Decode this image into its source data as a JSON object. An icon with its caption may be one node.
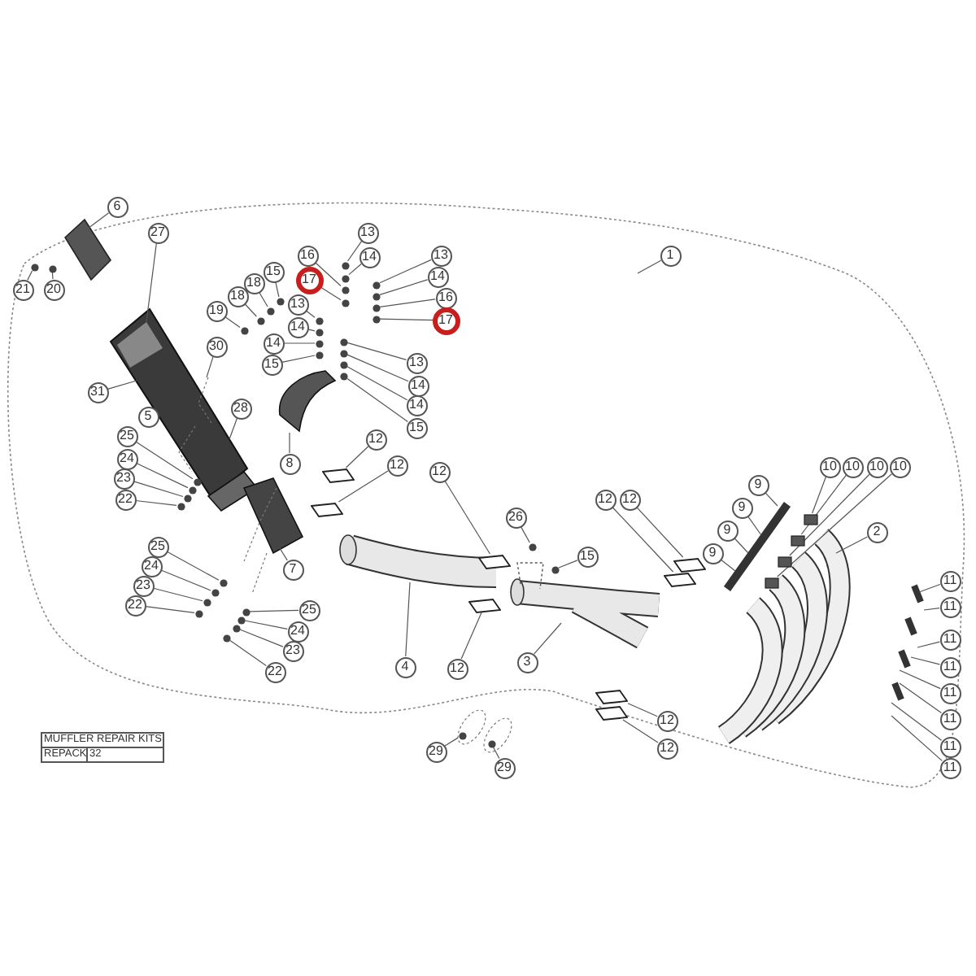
{
  "diagram": {
    "nodes": [
      {
        "text": [
          "1"
        ]
      },
      {
        "text": [
          "6"
        ]
      },
      {
        "text": [
          "27"
        ]
      },
      {
        "text": [
          "21"
        ]
      },
      {
        "text": [
          "20"
        ]
      },
      {
        "text": [
          "19"
        ]
      },
      {
        "text": [
          "18"
        ]
      },
      {
        "text": [
          "18"
        ]
      },
      {
        "text": [
          "15"
        ]
      },
      {
        "text": [
          "16"
        ]
      },
      {
        "text": [
          "17"
        ]
      },
      {
        "text": [
          "13"
        ]
      },
      {
        "text": [
          "14"
        ]
      },
      {
        "text": [
          "13"
        ]
      },
      {
        "text": [
          "14"
        ]
      },
      {
        "text": [
          "16"
        ]
      },
      {
        "text": [
          "17"
        ]
      },
      {
        "text": [
          "13"
        ]
      },
      {
        "text": [
          "14"
        ]
      },
      {
        "text": [
          "14"
        ]
      },
      {
        "text": [
          "15"
        ]
      },
      {
        "text": [
          "13"
        ]
      },
      {
        "text": [
          "14"
        ]
      },
      {
        "text": [
          "14"
        ]
      },
      {
        "text": [
          "15"
        ]
      },
      {
        "text": [
          "30"
        ]
      },
      {
        "text": [
          "31"
        ]
      },
      {
        "text": [
          "5"
        ]
      },
      {
        "text": [
          "28"
        ]
      },
      {
        "text": [
          "8"
        ]
      },
      {
        "text": [
          "12"
        ]
      },
      {
        "text": [
          "12"
        ]
      },
      {
        "text": [
          "12"
        ]
      },
      {
        "text": [
          "12"
        ]
      },
      {
        "text": [
          "12"
        ]
      },
      {
        "text": [
          "26"
        ]
      },
      {
        "text": [
          "15"
        ]
      },
      {
        "text": [
          "4"
        ]
      },
      {
        "text": [
          "3"
        ]
      },
      {
        "text": [
          "12"
        ]
      },
      {
        "text": [
          "12"
        ]
      },
      {
        "text": [
          "12"
        ]
      },
      {
        "text": [
          "29"
        ]
      },
      {
        "text": [
          "29"
        ]
      },
      {
        "text": [
          "25"
        ]
      },
      {
        "text": [
          "24"
        ]
      },
      {
        "text": [
          "23"
        ]
      },
      {
        "text": [
          "22"
        ]
      },
      {
        "text": [
          "7"
        ]
      },
      {
        "text": [
          "25"
        ]
      },
      {
        "text": [
          "24"
        ]
      },
      {
        "text": [
          "23"
        ]
      },
      {
        "text": [
          "22"
        ]
      },
      {
        "text": [
          "25"
        ]
      },
      {
        "text": [
          "24"
        ]
      },
      {
        "text": [
          "23"
        ]
      },
      {
        "text": [
          "22"
        ]
      },
      {
        "text": [
          "9"
        ]
      },
      {
        "text": [
          "9"
        ]
      },
      {
        "text": [
          "9"
        ]
      },
      {
        "text": [
          "9"
        ]
      },
      {
        "text": [
          "10"
        ]
      },
      {
        "text": [
          "10"
        ]
      },
      {
        "text": [
          "10"
        ]
      },
      {
        "text": [
          "10"
        ]
      },
      {
        "text": [
          "2"
        ]
      },
      {
        "text": [
          "11"
        ]
      },
      {
        "text": [
          "11"
        ]
      },
      {
        "text": [
          "11"
        ]
      },
      {
        "text": [
          "11"
        ]
      },
      {
        "text": [
          "11"
        ]
      },
      {
        "text": [
          "11"
        ]
      },
      {
        "text": [
          "11"
        ]
      },
      {
        "text": [
          "11"
        ]
      },
      {
        "text": [],
        "shape": "circle"
      },
      {
        "text": [],
        "shape": "circle"
      },
      {
        "text": [],
        "shape": "circle"
      },
      {
        "text": [],
        "shape": "circle"
      },
      {
        "text": [],
        "shape": "circle"
      },
      {
        "text": [],
        "shape": "circle"
      },
      {
        "text": [],
        "shape": "circle"
      },
      {
        "text": [],
        "shape": "circle"
      },
      {
        "text": [],
        "shape": "circle"
      },
      {
        "text": [],
        "shape": "circle"
      },
      {
        "text": [],
        "shape": "circle"
      },
      {
        "text": [],
        "shape": "circle"
      },
      {
        "text": [],
        "shape": "circle"
      },
      {
        "text": [],
        "shape": "circle"
      },
      {
        "text": [],
        "shape": "circle"
      },
      {
        "text": [],
        "shape": "circle"
      },
      {
        "text": [],
        "shape": "circle"
      },
      {
        "text": [],
        "shape": "circle"
      },
      {
        "text": [],
        "shape": "circle"
      },
      {
        "text": [],
        "shape": "circle"
      },
      {
        "text": [],
        "shape": "circle"
      },
      {
        "text": [],
        "shape": "circle"
      },
      {
        "text": [],
        "shape": "diamond"
      },
      {
        "text": [],
        "shape": "diamond"
      },
      {
        "text": [],
        "shape": "diamond"
      },
      {
        "text": [],
        "shape": "diamond"
      },
      {
        "text": [],
        "shape": "diamond"
      },
      {
        "text": [],
        "shape": "circle"
      },
      {
        "text": [],
        "shape": "circle"
      },
      {
        "text": [],
        "shape": "diamond"
      },
      {
        "text": [],
        "shape": "diamond"
      },
      {
        "text": [],
        "shape": "diamond"
      },
      {
        "text": [],
        "shape": "circle"
      },
      {
        "text": [],
        "shape": "circle"
      },
      {
        "text": [],
        "shape": "circle"
      },
      {
        "text": [],
        "shape": "circle"
      },
      {
        "text": [],
        "shape": "circle"
      },
      {
        "text": [],
        "shape": "circle"
      },
      {
        "text": [],
        "shape": "circle"
      },
      {
        "text": [],
        "shape": "circle"
      },
      {
        "text": [],
        "shape": "circle"
      },
      {
        "text": [],
        "shape": "circle"
      },
      {
        "text": [],
        "shape": "circle"
      },
      {
        "text": [],
        "shape": "circle"
      },
      {
        "text": [],
        "shape": "circle"
      },
      {
        "text": [],
        "shape": "circle"
      },
      {
        "text": [],
        "shape": "box"
      },
      {
        "text": [],
        "shape": "box"
      },
      {
        "text": [],
        "shape": "box"
      },
      {
        "text": [],
        "shape": "box"
      }
    ],
    "edges": [
      {
        "from": 0,
        "to": null,
        "arrow": "none"
      },
      {
        "from": 1,
        "to": null,
        "arrow": "none"
      },
      {
        "from": 2,
        "to": null,
        "arrow": "none"
      },
      {
        "from": 3,
        "to": 74,
        "arrow": "none"
      },
      {
        "from": 4,
        "to": 75,
        "arrow": "none"
      },
      {
        "from": 5,
        "to": 76,
        "arrow": "none"
      },
      {
        "from": 6,
        "to": 77,
        "arrow": "none"
      },
      {
        "from": 7,
        "to": 78,
        "arrow": "none"
      },
      {
        "from": 8,
        "to": 79,
        "arrow": "none"
      },
      {
        "from": 9,
        "to": 80,
        "arrow": "none"
      },
      {
        "from": 10,
        "to": 81,
        "arrow": "none"
      },
      {
        "from": 11,
        "to": 82,
        "arrow": "none"
      },
      {
        "from": 12,
        "to": 83,
        "arrow": "none"
      },
      {
        "from": 13,
        "to": 84,
        "arrow": "none"
      },
      {
        "from": 14,
        "to": 85,
        "arrow": "none"
      },
      {
        "from": 15,
        "to": 86,
        "arrow": "none"
      },
      {
        "from": 16,
        "to": 87,
        "arrow": "none"
      },
      {
        "from": 17,
        "to": 88,
        "arrow": "none"
      },
      {
        "from": 18,
        "to": 89,
        "arrow": "none"
      },
      {
        "from": 19,
        "to": 90,
        "arrow": "none"
      },
      {
        "from": 20,
        "to": 91,
        "arrow": "none"
      },
      {
        "from": 21,
        "to": 92,
        "arrow": "none"
      },
      {
        "from": 22,
        "to": 93,
        "arrow": "none"
      },
      {
        "from": 23,
        "to": 94,
        "arrow": "none"
      },
      {
        "from": 24,
        "to": 95,
        "arrow": "none"
      },
      {
        "from": 25,
        "to": null,
        "arrow": "none"
      },
      {
        "from": 26,
        "to": null,
        "arrow": "none"
      },
      {
        "from": 28,
        "to": null,
        "arrow": "none"
      },
      {
        "from": 29,
        "to": null,
        "arrow": "none"
      },
      {
        "from": 30,
        "to": 96,
        "arrow": "none"
      },
      {
        "from": 31,
        "to": 97,
        "arrow": "none"
      },
      {
        "from": 32,
        "to": 98,
        "arrow": "none"
      },
      {
        "from": 33,
        "to": 99,
        "arrow": "none"
      },
      {
        "from": 34,
        "to": 100,
        "arrow": "none"
      },
      {
        "from": 35,
        "to": 101,
        "arrow": "none"
      },
      {
        "from": 36,
        "to": 102,
        "arrow": "none"
      },
      {
        "from": 37,
        "to": null,
        "arrow": "none"
      },
      {
        "from": 38,
        "to": null,
        "arrow": "none"
      },
      {
        "from": 39,
        "to": 103,
        "arrow": "none"
      },
      {
        "from": 40,
        "to": 104,
        "arrow": "none"
      },
      {
        "from": 41,
        "to": 105,
        "arrow": "none"
      },
      {
        "from": 42,
        "to": 106,
        "arrow": "none"
      },
      {
        "from": 43,
        "to": 107,
        "arrow": "none"
      },
      {
        "from": 44,
        "to": 108,
        "arrow": "none"
      },
      {
        "from": 45,
        "to": 109,
        "arrow": "none"
      },
      {
        "from": 46,
        "to": 110,
        "arrow": "none"
      },
      {
        "from": 47,
        "to": 111,
        "arrow": "none"
      },
      {
        "from": 48,
        "to": null,
        "arrow": "none"
      },
      {
        "from": 49,
        "to": 112,
        "arrow": "none"
      },
      {
        "from": 50,
        "to": 113,
        "arrow": "none"
      },
      {
        "from": 51,
        "to": 114,
        "arrow": "none"
      },
      {
        "from": 52,
        "to": 115,
        "arrow": "none"
      },
      {
        "from": 53,
        "to": 116,
        "arrow": "none"
      },
      {
        "from": 54,
        "to": 117,
        "arrow": "none"
      },
      {
        "from": 55,
        "to": 118,
        "arrow": "none"
      },
      {
        "from": 56,
        "to": 119,
        "arrow": "none"
      },
      {
        "from": 57,
        "to": null,
        "arrow": "none"
      },
      {
        "from": 58,
        "to": null,
        "arrow": "none"
      },
      {
        "from": 59,
        "to": null,
        "arrow": "none"
      },
      {
        "from": 60,
        "to": null,
        "arrow": "none"
      },
      {
        "from": 61,
        "to": 120,
        "arrow": "none"
      },
      {
        "from": 62,
        "to": 121,
        "arrow": "none"
      },
      {
        "from": 63,
        "to": 122,
        "arrow": "none"
      },
      {
        "from": 64,
        "to": 123,
        "arrow": "none"
      },
      {
        "from": 65,
        "to": null,
        "arrow": "none"
      },
      {
        "from": 66,
        "to": null,
        "arrow": "none"
      },
      {
        "from": 67,
        "to": null,
        "arrow": "none"
      },
      {
        "from": 68,
        "to": null,
        "arrow": "none"
      },
      {
        "from": 69,
        "to": null,
        "arrow": "none"
      },
      {
        "from": 70,
        "to": null,
        "arrow": "none"
      },
      {
        "from": 71,
        "to": null,
        "arrow": "none"
      },
      {
        "from": 72,
        "to": null,
        "arrow": "none"
      },
      {
        "from": 73,
        "to": null,
        "arrow": "none"
      }
    ],
    "labels": [
      "MUFFLER REPAIR KITS",
      "REPACK",
      "32"
    ]
  }
}
